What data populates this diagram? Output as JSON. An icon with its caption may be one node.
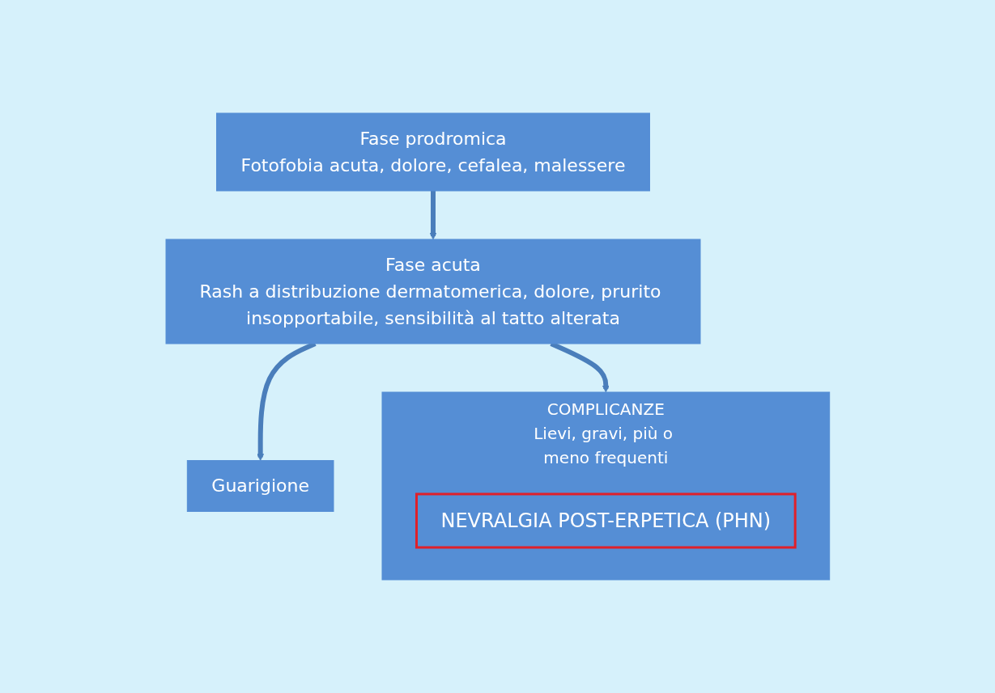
{
  "diagram": {
    "nodes": [
      {
        "text": [
          "Fase prodromica",
          "Fotofobia acuta, dolore, cefalea, malessere"
        ]
      },
      {
        "text": [
          "Fase acuta",
          "Rash a distribuzione dermatomerica, dolore, prurito insopportabile, sensibilità al tatto alterata"
        ]
      },
      {
        "text": [
          "Guarigione"
        ]
      },
      {
        "text": [
          "COMPLICANZE",
          "Lievi, gravi, più o meno frequenti"
        ]
      },
      {
        "text": [
          "NEVRALGIA POST-ERPETICA (PHN)"
        ],
        "in": 3
      }
    ],
    "edges": [
      {
        "from": 0,
        "to": 1,
        "arrow": "to"
      },
      {
        "from": 1,
        "to": 2,
        "arrow": "to"
      },
      {
        "from": 1,
        "to": 3,
        "arrow": "to"
      }
    ]
  }
}
